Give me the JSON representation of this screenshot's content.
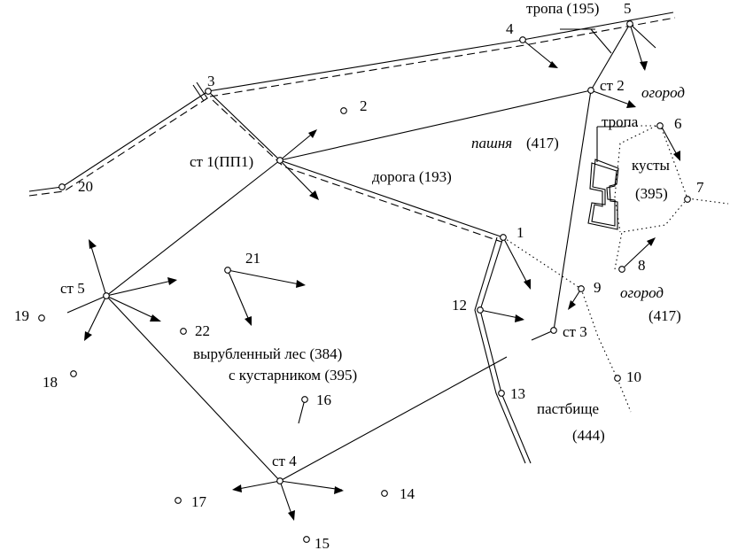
{
  "points": {
    "p1": "1",
    "p2": "2",
    "p3": "3",
    "p4": "4",
    "p5": "5",
    "p6": "6",
    "p7": "7",
    "p8": "8",
    "p9": "9",
    "p10": "10",
    "p12": "12",
    "p13": "13",
    "p14": "14",
    "p15": "15",
    "p16": "16",
    "p17": "17",
    "p18": "18",
    "p19": "19",
    "p20": "20",
    "p21": "21",
    "p22": "22"
  },
  "stations": {
    "st1": "ст 1(ПП1)",
    "st2": "ст 2",
    "st3": "ст 3",
    "st4": "ст 4",
    "st5": "ст 5"
  },
  "labels": {
    "tropa_top": "тропа (195)",
    "ogorod_top": "огород",
    "tropa_mid": "тропа",
    "kusty": "кусты",
    "kusty_code": "(395)",
    "pashnya": "пашня",
    "pashnya_code": "(417)",
    "doroga": "дорога (193)",
    "ogorod_right": "огород",
    "ogorod_right_code": "(417)",
    "les_line1": "вырубленный  лес  (384)",
    "les_line2": "с кустарником (395)",
    "pastbische": "пастбище",
    "pastbische_code": "(444)"
  }
}
